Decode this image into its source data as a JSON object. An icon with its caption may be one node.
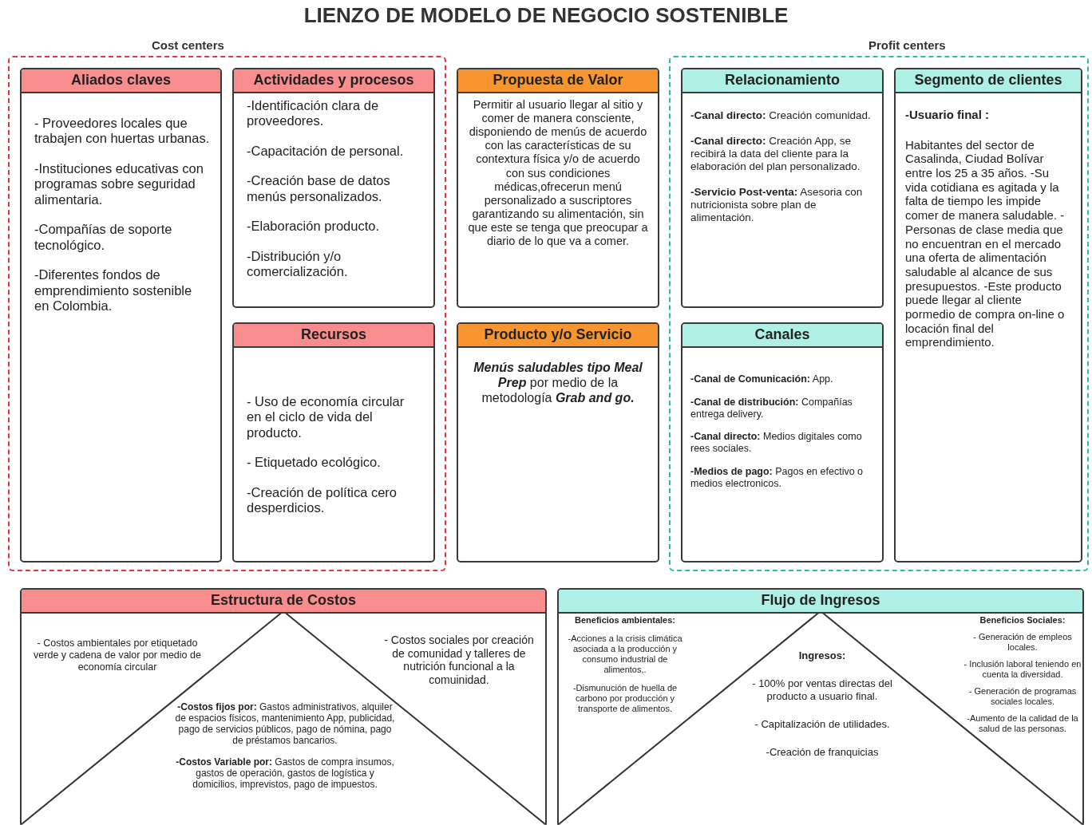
{
  "diagram": {
    "title": "LIENZO DE MODELO DE NEGOCIO SOSTENIBLE",
    "nodes": [
      {
        "text": [
          "Cost centers"
        ]
      },
      {
        "text": [
          "Aliados claves",
          "- Proveedores locales que trabajen con huertas urbanas.",
          "-Instituciones educativas con programas sobre seguridad alimentaria.",
          "-Compañías de soporte tecnológico.",
          "-Diferentes fondos de emprendimiento sostenible en Colombia."
        ],
        "in": 0
      },
      {
        "text": [
          "Actividades y procesos",
          "-Identificación clara de proveedores.",
          "-Capacitación de personal.",
          "-Creación base de datos menús personalizados.",
          "-Elaboración producto.",
          "-Distribución y/o comercialización."
        ],
        "in": 0
      },
      {
        "text": [
          "Recursos",
          "- Uso de economía circular en el ciclo de vida del producto.",
          "- Etiquetado ecológico.",
          "-Creación de política cero desperdicios."
        ],
        "in": 0
      },
      {
        "text": [
          "Propuesta de Valor",
          "Permitir al usuario llegar al sitio y comer de manera consciente, disponiendo de menús de acuerdo con las características de su contextura física y/o de acuerdo con sus condiciones médicas,ofrecerun menú personalizado a suscriptores garantizando su alimentación, sin que este se tenga que preocupar a diario de lo que va a comer."
        ]
      },
      {
        "text": [
          "Producto y/o Servicio",
          "**Menús saludables tipo Meal Prep** por medio de la metodología **Grab and go.**"
        ]
      },
      {
        "text": [
          "Profit centers"
        ]
      },
      {
        "text": [
          "Relacionamiento",
          "**-Canal directo:** Creación comunidad.",
          "**-Canal directo:** Creación App, se recibirá la data del cliente para la elaboración del plan personalizado.",
          "**-Servicio Post-venta:** Asesoria con nutricionista sobre plan de alimentación."
        ],
        "in": 6
      },
      {
        "text": [
          "Segmento de clientes",
          "-Usuario final :",
          "Habitantes del sector de Casalinda, Ciudad Bolívar entre los 25 a 35 años. -Su vida cotidiana es agitada y la falta de tiempo les impide comer de manera saludable. -Personas de clase media que no encuentran en el mercado una oferta de alimentación saludable al alcance de sus presupuestos. -Este producto puede llegar al cliente pormedio de compra on-line o locación final del emprendimiento."
        ],
        "in": 6
      },
      {
        "text": [
          "Canales",
          "**-Canal de Comunicación:** App.",
          "**-Canal de distribución:** Compañías entrega delivery.",
          "**-Canal directo:** Medios digitales como rees sociales.",
          "**-Medios de pago:** Pagos en efectivo o medios electronicos."
        ],
        "in": 6
      },
      {
        "text": [
          "Estructura de Costos",
          "- Costos ambientales por etiquetado verde y cadena de valor por medio de economía circular",
          "**-Costos fijos por:** Gastos administrativos, alquiler de espacios físicos, mantenimiento App, publicidad, pago de servicios públicos, pago de nómina, pago de préstamos bancarios.",
          "**-Costos Variable por:** Gastos de compra insumos, gastos de operación, gastos de logística y domicilios, imprevistos, pago de impuestos.",
          "- Costos sociales por creación de comunidad y talleres de nutrición funcional a la comuinidad."
        ]
      },
      {
        "text": [
          "Flujo de Ingresos",
          "Beneficios ambientales:",
          "-Acciones a la crisis climática asociada a la producción y consumo industrial de alimentos,.",
          "-Dismunución de huella de carbono por producción y transporte de alimentos.",
          "Ingresos:",
          "- 100% por ventas directas del producto a usuario final.",
          "- Capitalización de utilidades.",
          "-Creación de franquicias",
          "Beneficios Sociales:",
          "- Generación de empleos locales.",
          "- Inclusión laboral teniendo en cuenta la diversidad.",
          "- Generación de programas sociales locales.",
          "-Aumento de la calidad de la salud de las personas."
        ]
      }
    ]
  }
}
